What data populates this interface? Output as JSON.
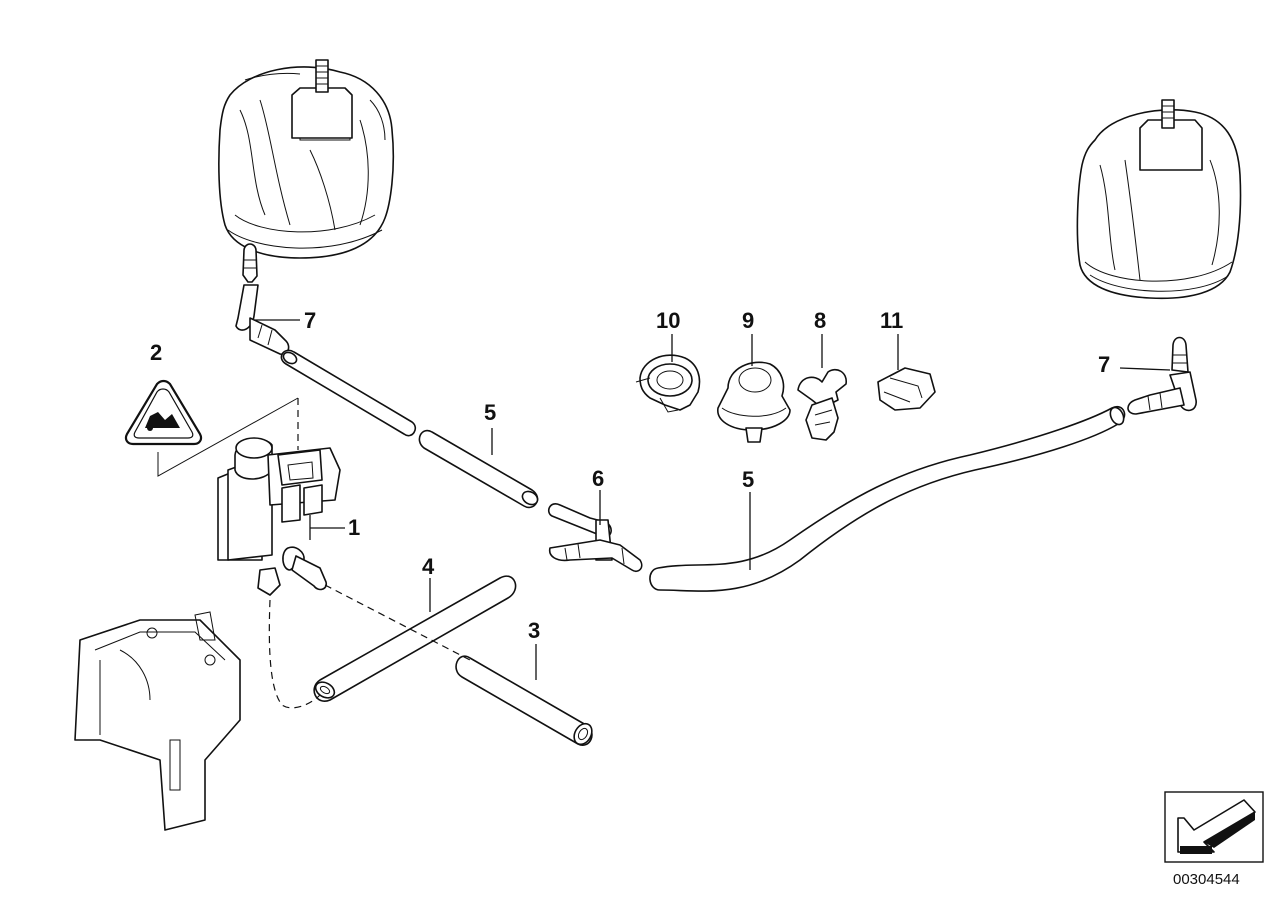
{
  "callouts": {
    "part1": "1",
    "part2": "2",
    "part3": "3",
    "part4": "4",
    "part5_left": "5",
    "part5_right": "5",
    "part6": "6",
    "part7_left": "7",
    "part7_right": "7",
    "part8": "8",
    "part9": "9",
    "part10": "10",
    "part11": "11"
  },
  "document_id": "00304544",
  "icons": {
    "warning": "warning-triangle-icon",
    "navigation": "arrow-back-icon"
  }
}
